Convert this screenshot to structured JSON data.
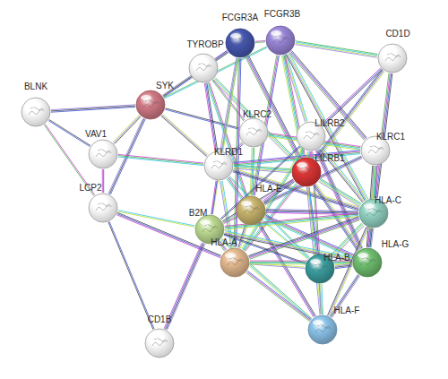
{
  "diagram": {
    "nodes": [
      {
        "text": [
          "FCGR3B"
        ]
      },
      {
        "text": [
          "FCGR3A"
        ]
      },
      {
        "text": [
          "CD1D"
        ]
      },
      {
        "text": [
          "TYROBP"
        ]
      },
      {
        "text": [
          "SYK"
        ]
      },
      {
        "text": [
          "BLNK"
        ]
      },
      {
        "text": [
          "KLRC2"
        ]
      },
      {
        "text": [
          "LILRB2"
        ]
      },
      {
        "text": [
          "KLRC1"
        ]
      },
      {
        "text": [
          "VAV1"
        ]
      },
      {
        "text": [
          "KLRD1"
        ]
      },
      {
        "text": [
          "LILRB1"
        ]
      },
      {
        "text": [
          "LCP2"
        ]
      },
      {
        "text": [
          "HLA-E"
        ]
      },
      {
        "text": [
          "HLA-C"
        ]
      },
      {
        "text": [
          "B2M"
        ]
      },
      {
        "text": [
          "HLA-A"
        ]
      },
      {
        "text": [
          "HLA-G"
        ]
      },
      {
        "text": [
          "HLA-B"
        ]
      },
      {
        "text": [
          "HLA-F"
        ]
      },
      {
        "text": [
          "CD1B"
        ]
      }
    ],
    "edges": [
      {
        "from": 5,
        "to": 4,
        "arrow": "none"
      },
      {
        "from": 5,
        "to": 9,
        "arrow": "none"
      },
      {
        "from": 5,
        "to": 12,
        "arrow": "none"
      },
      {
        "from": 9,
        "to": 4,
        "arrow": "none"
      },
      {
        "from": 9,
        "to": 12,
        "arrow": "none"
      },
      {
        "from": 12,
        "to": 4,
        "arrow": "none"
      },
      {
        "from": 4,
        "to": 3,
        "arrow": "none"
      },
      {
        "from": 4,
        "to": 1,
        "arrow": "none"
      },
      {
        "from": 4,
        "to": 0,
        "arrow": "none"
      },
      {
        "from": 4,
        "to": 6,
        "arrow": "none"
      },
      {
        "from": 4,
        "to": 10,
        "arrow": "none"
      },
      {
        "from": 9,
        "to": 10,
        "arrow": "none"
      },
      {
        "from": 12,
        "to": 15,
        "arrow": "none"
      },
      {
        "from": 12,
        "to": 16,
        "arrow": "none"
      },
      {
        "from": 3,
        "to": 1,
        "arrow": "none"
      },
      {
        "from": 3,
        "to": 6,
        "arrow": "none"
      },
      {
        "from": 3,
        "to": 10,
        "arrow": "none"
      },
      {
        "from": 3,
        "to": 11,
        "arrow": "none"
      },
      {
        "from": 3,
        "to": 13,
        "arrow": "none"
      },
      {
        "from": 1,
        "to": 0,
        "arrow": "none"
      },
      {
        "from": 1,
        "to": 10,
        "arrow": "none"
      },
      {
        "from": 1,
        "to": 11,
        "arrow": "none"
      },
      {
        "from": 1,
        "to": 15,
        "arrow": "none"
      },
      {
        "from": 1,
        "to": 16,
        "arrow": "none"
      },
      {
        "from": 0,
        "to": 2,
        "arrow": "none"
      },
      {
        "from": 0,
        "to": 7,
        "arrow": "none"
      },
      {
        "from": 0,
        "to": 11,
        "arrow": "none"
      },
      {
        "from": 0,
        "to": 8,
        "arrow": "none"
      },
      {
        "from": 0,
        "to": 13,
        "arrow": "none"
      },
      {
        "from": 0,
        "to": 14,
        "arrow": "none"
      },
      {
        "from": 2,
        "to": 11,
        "arrow": "none"
      },
      {
        "from": 2,
        "to": 7,
        "arrow": "none"
      },
      {
        "from": 2,
        "to": 14,
        "arrow": "none"
      },
      {
        "from": 6,
        "to": 10,
        "arrow": "none"
      },
      {
        "from": 6,
        "to": 13,
        "arrow": "none"
      },
      {
        "from": 6,
        "to": 8,
        "arrow": "none"
      },
      {
        "from": 10,
        "to": 13,
        "arrow": "none"
      },
      {
        "from": 10,
        "to": 8,
        "arrow": "none"
      },
      {
        "from": 10,
        "to": 11,
        "arrow": "none"
      },
      {
        "from": 10,
        "to": 16,
        "arrow": "none"
      },
      {
        "from": 10,
        "to": 15,
        "arrow": "none"
      },
      {
        "from": 10,
        "to": 14,
        "arrow": "none"
      },
      {
        "from": 10,
        "to": 18,
        "arrow": "none"
      },
      {
        "from": 8,
        "to": 13,
        "arrow": "none"
      },
      {
        "from": 8,
        "to": 14,
        "arrow": "none"
      },
      {
        "from": 8,
        "to": 17,
        "arrow": "none"
      },
      {
        "from": 7,
        "to": 11,
        "arrow": "none"
      },
      {
        "from": 7,
        "to": 17,
        "arrow": "none"
      },
      {
        "from": 7,
        "to": 16,
        "arrow": "none"
      },
      {
        "from": 7,
        "to": 18,
        "arrow": "none"
      },
      {
        "from": 7,
        "to": 14,
        "arrow": "none"
      },
      {
        "from": 7,
        "to": 15,
        "arrow": "none"
      },
      {
        "from": 11,
        "to": 13,
        "arrow": "none"
      },
      {
        "from": 11,
        "to": 17,
        "arrow": "none"
      },
      {
        "from": 11,
        "to": 16,
        "arrow": "none"
      },
      {
        "from": 11,
        "to": 18,
        "arrow": "none"
      },
      {
        "from": 11,
        "to": 14,
        "arrow": "none"
      },
      {
        "from": 11,
        "to": 19,
        "arrow": "none"
      },
      {
        "from": 11,
        "to": 15,
        "arrow": "none"
      },
      {
        "from": 13,
        "to": 15,
        "arrow": "none"
      },
      {
        "from": 13,
        "to": 16,
        "arrow": "none"
      },
      {
        "from": 13,
        "to": 18,
        "arrow": "none"
      },
      {
        "from": 13,
        "to": 14,
        "arrow": "none"
      },
      {
        "from": 13,
        "to": 17,
        "arrow": "none"
      },
      {
        "from": 13,
        "to": 19,
        "arrow": "none"
      },
      {
        "from": 15,
        "to": 16,
        "arrow": "none"
      },
      {
        "from": 15,
        "to": 18,
        "arrow": "none"
      },
      {
        "from": 15,
        "to": 14,
        "arrow": "none"
      },
      {
        "from": 15,
        "to": 17,
        "arrow": "none"
      },
      {
        "from": 15,
        "to": 19,
        "arrow": "none"
      },
      {
        "from": 15,
        "to": 20,
        "arrow": "none"
      },
      {
        "from": 16,
        "to": 18,
        "arrow": "none"
      },
      {
        "from": 16,
        "to": 14,
        "arrow": "none"
      },
      {
        "from": 16,
        "to": 19,
        "arrow": "none"
      },
      {
        "from": 16,
        "to": 17,
        "arrow": "none"
      },
      {
        "from": 18,
        "to": 14,
        "arrow": "none"
      },
      {
        "from": 18,
        "to": 17,
        "arrow": "none"
      },
      {
        "from": 18,
        "to": 19,
        "arrow": "none"
      },
      {
        "from": 14,
        "to": 17,
        "arrow": "none"
      },
      {
        "from": 14,
        "to": 19,
        "arrow": "none"
      },
      {
        "from": 17,
        "to": 19,
        "arrow": "none"
      },
      {
        "from": 20,
        "to": 12,
        "arrow": "none"
      }
    ]
  }
}
